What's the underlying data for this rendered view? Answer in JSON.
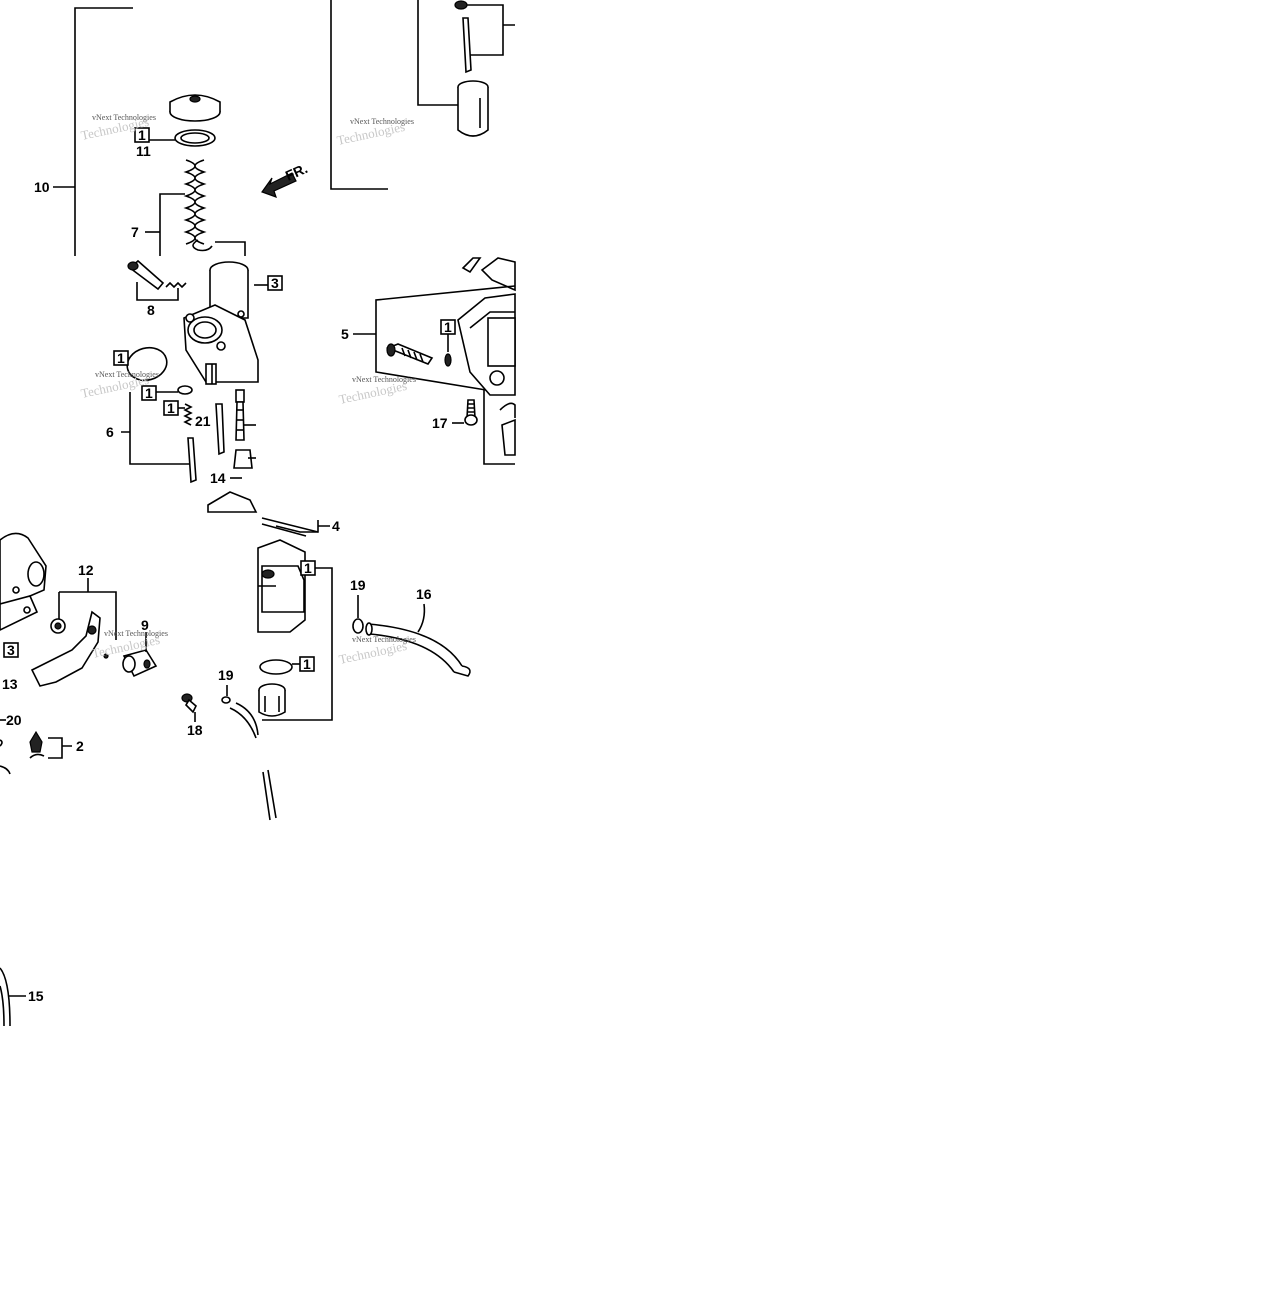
{
  "diagram": {
    "callouts": {
      "c1": "1",
      "c2": "2",
      "c3": "3",
      "c4": "4",
      "c5": "5",
      "c6": "6",
      "c7": "7",
      "c8": "8",
      "c9": "9",
      "c10": "10",
      "c11": "11",
      "c12": "12",
      "c13": "13",
      "c14": "14",
      "c15": "15",
      "c16": "16",
      "c17": "17",
      "c18": "18",
      "c19": "19",
      "c20": "20",
      "c21": "21"
    },
    "direction_marker": "FR.",
    "watermark": "vNext Technologies",
    "watermark_ghost": "Technologies"
  }
}
